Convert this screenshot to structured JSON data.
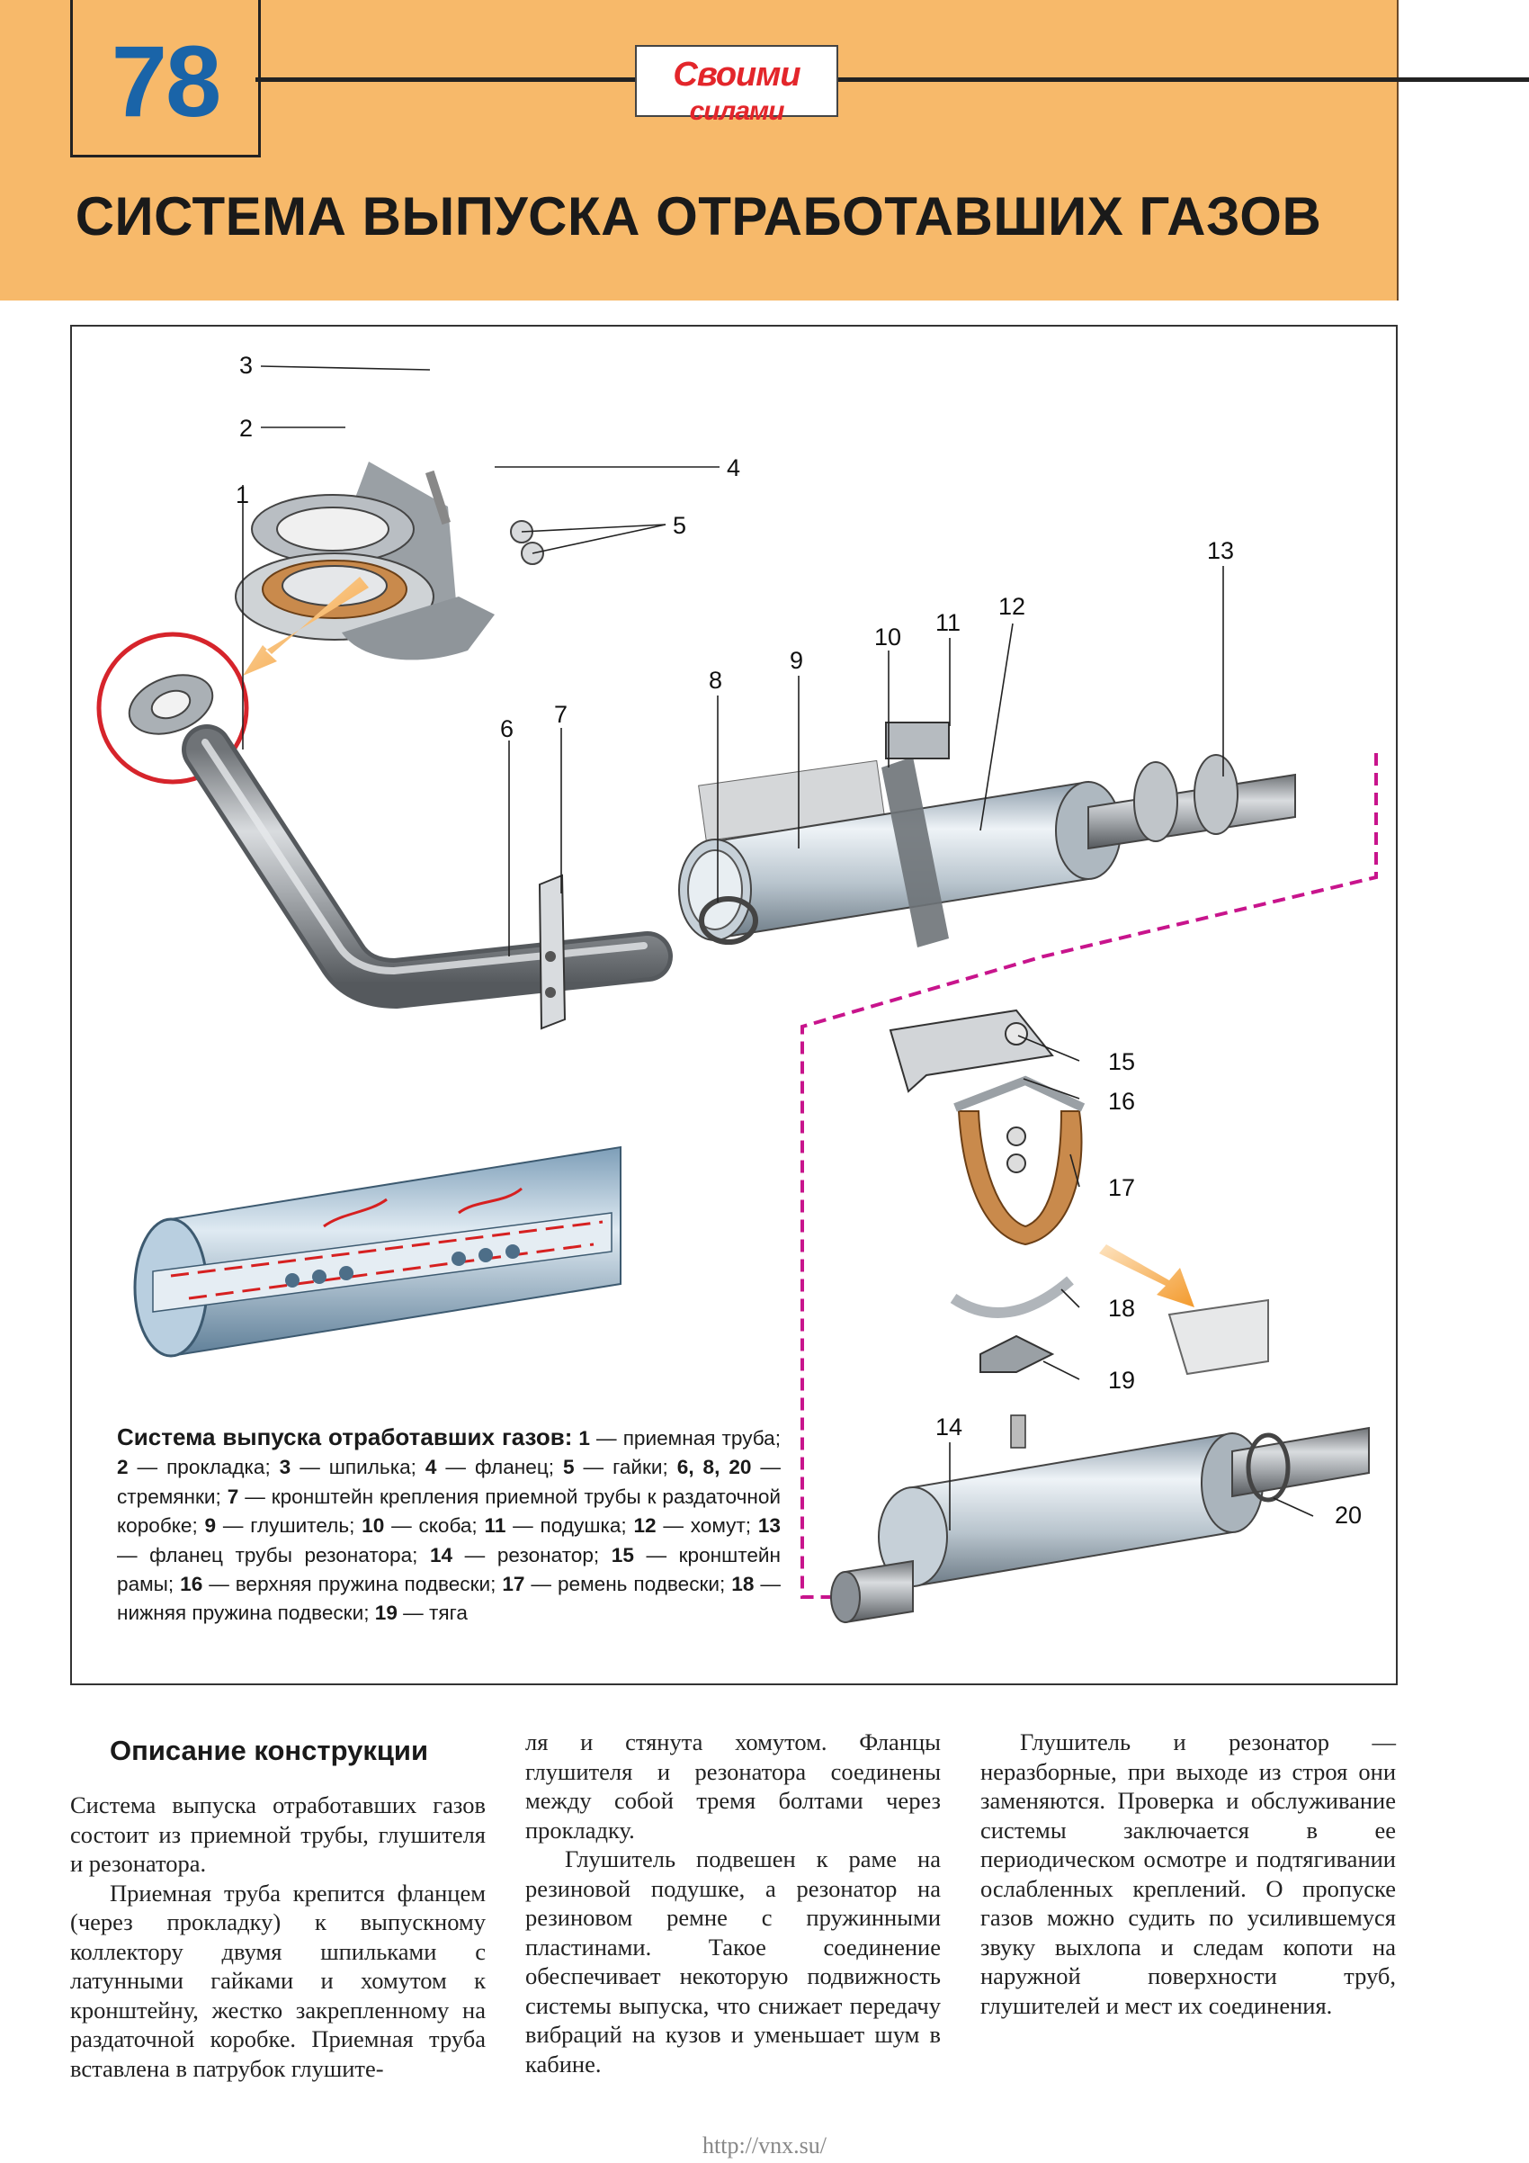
{
  "header": {
    "page_number": "78",
    "logo_line1": "Своими",
    "logo_line2": "силами",
    "title": "СИСТЕМА ВЫПУСКА ОТРАБОТАВШИХ ГАЗОВ"
  },
  "figure": {
    "callouts": [
      "1",
      "2",
      "3",
      "4",
      "5",
      "6",
      "7",
      "8",
      "9",
      "10",
      "11",
      "12",
      "13",
      "14",
      "15",
      "16",
      "17",
      "18",
      "19",
      "20"
    ],
    "caption": {
      "title": "Система выпуска отработавших газов:",
      "items": [
        {
          "n": "1",
          "t": "приемная труба;"
        },
        {
          "n": "2",
          "t": "прокладка;"
        },
        {
          "n": "3",
          "t": "шпилька;"
        },
        {
          "n": "4",
          "t": "фланец;"
        },
        {
          "n": "5",
          "t": "гайки;"
        },
        {
          "n": "6, 8, 20",
          "t": "стремянки;"
        },
        {
          "n": "7",
          "t": "кронштейн крепления приемной трубы к раздаточной коробке;"
        },
        {
          "n": "9",
          "t": "глушитель;"
        },
        {
          "n": "10",
          "t": "скоба;"
        },
        {
          "n": "11",
          "t": "подушка;"
        },
        {
          "n": "12",
          "t": "хомут;"
        },
        {
          "n": "13",
          "t": "фланец трубы резонатора;"
        },
        {
          "n": "14",
          "t": "резонатор;"
        },
        {
          "n": "15",
          "t": "кронштейн рамы;"
        },
        {
          "n": "16",
          "t": "верхняя пружина подвески;"
        },
        {
          "n": "17",
          "t": "ремень подвески;"
        },
        {
          "n": "18",
          "t": "нижняя пружина подвески;"
        },
        {
          "n": "19",
          "t": "тяга"
        }
      ]
    }
  },
  "section": {
    "title": "Описание конструкции",
    "col1": [
      "Система выпуска отработавших газов состоит из приемной трубы, глушителя и резонатора.",
      "Приемная труба крепится фланцем (через прокладку) к выпускному коллектору двумя шпильками с латунными гайками и хомутом к кронштейну, жестко закрепленному на раздаточной коробке. Приемная труба вставлена в патрубок глушите-"
    ],
    "col2": [
      "ля и стянута хомутом. Фланцы глушителя и резонатора соединены между собой тремя болтами через прокладку.",
      "Глушитель подвешен к раме на резиновой подушке, а резонатор на резиновом ремне с пружинными пластинами. Такое соединение обеспечивает некоторую подвижность системы выпуска, что снижает передачу вибраций на кузов и уменьшает шум в кабине."
    ],
    "col3": [
      "Глушитель и резонатор — неразборные, при выходе из строя они заменяются. Проверка и обслуживание системы заключается в ее периодическом осмотре и подтягивании ослабленных креплений. О пропуске газов можно судить по усилившемуся звуку выхлопа и следам копоти на наружной поверхности труб, глушителей и мест их соединения."
    ]
  },
  "footer": {
    "url": "http://vnx.su/"
  },
  "colors": {
    "header_bg": "#f7b96a",
    "page_number": "#1a64a8",
    "logo_red": "#e3262b",
    "callout_circle": "#d6242b",
    "dashed_link": "#c8148c"
  }
}
